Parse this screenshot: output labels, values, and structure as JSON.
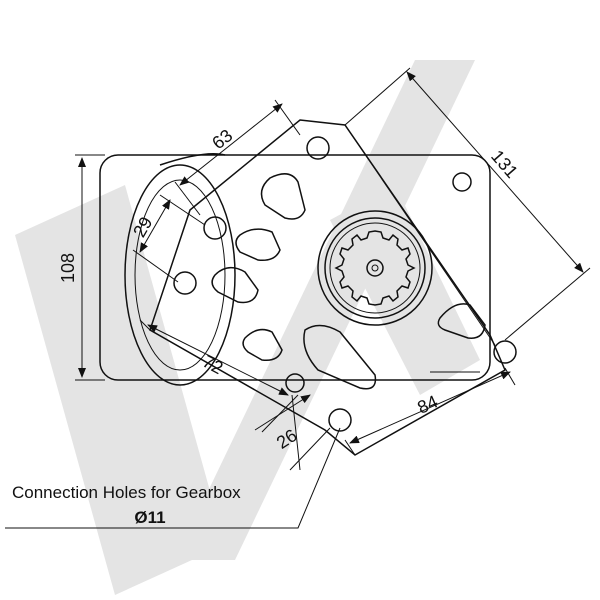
{
  "dimensions": {
    "d63": "63",
    "d131": "131",
    "d108": "108",
    "d29": "29",
    "d72": "72",
    "d26": "26",
    "d84": "84"
  },
  "note": {
    "line1": "Connection Holes for Gearbox",
    "line2": "Ø11"
  },
  "colors": {
    "line": "#111111",
    "watermark": "#e4e4e4",
    "background": "#ffffff"
  }
}
